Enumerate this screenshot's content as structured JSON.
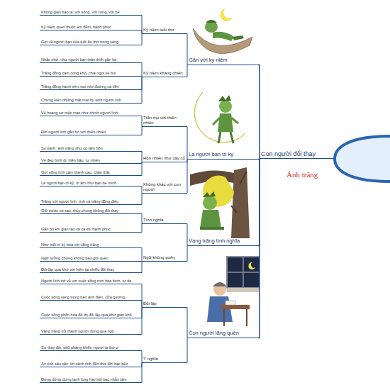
{
  "diagram": {
    "title": "Ánh trăng",
    "nodes": [
      {
        "text": [
          "Con người đổi thay"
        ]
      },
      {
        "text": [
          "Gắn với kỷ niệm"
        ]
      },
      {
        "text": [
          "Kỷ niệm tuổi thơ"
        ]
      },
      {
        "text": [
          "Không gian bao la: với sông, với rừng, với bể"
        ]
      },
      {
        "text": [
          "Kỷ niệm quen thuộc êm đềm, hạnh phúc"
        ]
      },
      {
        "text": [
          "Gợi về người bạn của tuổi ấu thơ trong sáng"
        ]
      },
      {
        "text": [
          "Kỷ niệm kháng chiến"
        ]
      },
      {
        "text": [
          "Nhắc nhở, như người bạn thân thiết gắn bó"
        ]
      },
      {
        "text": [
          "Trăng đồng cam cộng khổ, chia ngọt sẻ bùi"
        ]
      },
      {
        "text": [
          "Trăng đồng hành trên mọi nẻo đường xa tiền"
        ]
      },
      {
        "text": [
          "Chứng kiến những mất mát hy sinh người lính"
        ]
      },
      {
        "text": [
          "Là người bạn tri kỷ"
        ]
      },
      {
        "text": [
          "Trần trụi với thiên nhiên"
        ]
      },
      {
        "text": [
          "Vẻ hoang sơ mộc mạc như chính người lính"
        ]
      },
      {
        "text": [
          "Đời người lính gắn bó với thiên nhiên"
        ]
      },
      {
        "text": [
          "Hồn nhiên như cây cỏ"
        ]
      },
      {
        "text": [
          "So sánh: ánh trăng như có tâm hồn"
        ]
      },
      {
        "text": [
          "Vẻ đẹp bình dị, hiền hậu, tự nhiên"
        ]
      },
      {
        "text": [
          "Gợi sống tình cảm thanh cao, chân thật"
        ]
      },
      {
        "text": [
          "Không khác với con người"
        ]
      },
      {
        "text": [
          "Là người bạn tri kỷ, tri âm như bạn bè mình"
        ]
      },
      {
        "text": [
          "Trăng với người lính, tình và trăng đồng điệu"
        ]
      },
      {
        "text": [
          "Vầng trăng tình nghĩa"
        ]
      },
      {
        "text": [
          "Tình nghĩa"
        ]
      },
      {
        "text": [
          "Giữ trước có sau, thủy chung không đổi thay"
        ]
      },
      {
        "text": [
          "Gắn bó khi gian lao và cả khi hạnh phúc"
        ]
      },
      {
        "text": [
          "Ngỡ không quên"
        ]
      },
      {
        "text": [
          "Như mối tri kỷ hòa với vầng trăng"
        ]
      },
      {
        "text": [
          "Ngỡ tưởng chừng không bao giờ quên"
        ]
      },
      {
        "text": [
          "Đối lập quá khứ với hiện tại nhiều đổi thay"
        ]
      },
      {
        "text": [
          "Con người lãng quên"
        ]
      },
      {
        "text": [
          "Đối lập"
        ]
      },
      {
        "text": [
          "Người lính trở về với cuộc sống mới hòa bình, tự do"
        ]
      },
      {
        "text": [
          "Cuộc sống sang trọng bên ánh điện, cửa gương"
        ]
      },
      {
        "text": [
          "Cuộc sống phồn hoa đô thị đối lập quá khứ gian khổ"
        ]
      },
      {
        "text": [
          "Vầng trăng trở thành người dưng qua ngõ"
        ]
      },
      {
        "text": [
          "Ý nghĩa"
        ]
      },
      {
        "text": [
          "Sự thay đổi, phũ phàng khiến người ta thờ ơ"
        ]
      },
      {
        "text": [
          "Ẩn tình sâu sắc: lời cảnh tỉnh đến thói đời bạc bẽo"
        ]
      },
      {
        "text": [
          "Đừng dửng dưng lạnh lùng hay bội bạc nhẫn tâm"
        ]
      }
    ],
    "edges": [
      {
        "from": 0,
        "to": 1,
        "arrow": "none"
      },
      {
        "from": 0,
        "to": 11,
        "arrow": "none"
      },
      {
        "from": 0,
        "to": 22,
        "arrow": "none"
      },
      {
        "from": 0,
        "to": 30,
        "arrow": "none"
      },
      {
        "from": 1,
        "to": 2,
        "arrow": "none"
      },
      {
        "from": 1,
        "to": 6,
        "arrow": "none"
      },
      {
        "from": 2,
        "to": 3,
        "arrow": "none"
      },
      {
        "from": 2,
        "to": 4,
        "arrow": "none"
      },
      {
        "from": 2,
        "to": 5,
        "arrow": "none"
      },
      {
        "from": 6,
        "to": 7,
        "arrow": "none"
      },
      {
        "from": 6,
        "to": 8,
        "arrow": "none"
      },
      {
        "from": 6,
        "to": 9,
        "arrow": "none"
      },
      {
        "from": 6,
        "to": 10,
        "arrow": "none"
      },
      {
        "from": 11,
        "to": 12,
        "arrow": "none"
      },
      {
        "from": 11,
        "to": 15,
        "arrow": "none"
      },
      {
        "from": 11,
        "to": 19,
        "arrow": "none"
      },
      {
        "from": 12,
        "to": 13,
        "arrow": "none"
      },
      {
        "from": 12,
        "to": 14,
        "arrow": "none"
      },
      {
        "from": 15,
        "to": 16,
        "arrow": "none"
      },
      {
        "from": 15,
        "to": 17,
        "arrow": "none"
      },
      {
        "from": 15,
        "to": 18,
        "arrow": "none"
      },
      {
        "from": 19,
        "to": 20,
        "arrow": "none"
      },
      {
        "from": 19,
        "to": 21,
        "arrow": "none"
      },
      {
        "from": 22,
        "to": 23,
        "arrow": "none"
      },
      {
        "from": 22,
        "to": 26,
        "arrow": "none"
      },
      {
        "from": 23,
        "to": 24,
        "arrow": "none"
      },
      {
        "from": 23,
        "to": 25,
        "arrow": "none"
      },
      {
        "from": 26,
        "to": 27,
        "arrow": "none"
      },
      {
        "from": 26,
        "to": 28,
        "arrow": "none"
      },
      {
        "from": 26,
        "to": 29,
        "arrow": "none"
      },
      {
        "from": 30,
        "to": 31,
        "arrow": "none"
      },
      {
        "from": 30,
        "to": 36,
        "arrow": "none"
      },
      {
        "from": 31,
        "to": 32,
        "arrow": "none"
      },
      {
        "from": 31,
        "to": 33,
        "arrow": "none"
      },
      {
        "from": 31,
        "to": 34,
        "arrow": "none"
      },
      {
        "from": 31,
        "to": 35,
        "arrow": "none"
      },
      {
        "from": 36,
        "to": 37,
        "arrow": "none"
      },
      {
        "from": 36,
        "to": 38,
        "arrow": "none"
      },
      {
        "from": 36,
        "to": 39,
        "arrow": "none"
      }
    ]
  }
}
